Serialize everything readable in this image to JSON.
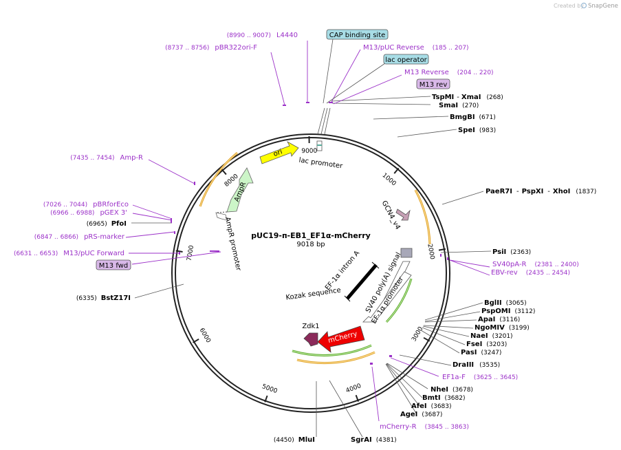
{
  "credit": {
    "prefix": "Created by",
    "brand": "SnapGene"
  },
  "plasmid": {
    "name": "pUC19-п-EB1_EF1α-mCherry",
    "length": "9018 bp"
  },
  "ticks": [
    "1000",
    "2000",
    "3000",
    "4000",
    "5000",
    "6000",
    "7000",
    "8000",
    "9000"
  ],
  "features": [
    {
      "name": "ori",
      "label": "ori"
    },
    {
      "name": "lac-promoter",
      "label": "lac promoter"
    },
    {
      "name": "ampr",
      "label": "AmpR"
    },
    {
      "name": "ampr-promoter",
      "label": "AmpR promoter"
    },
    {
      "name": "gcn4",
      "label": "GCN4_v4"
    },
    {
      "name": "sv40-polya",
      "label": "SV40 poly(A) signal"
    },
    {
      "name": "ef1a-intron",
      "label": "EF-1α intron A"
    },
    {
      "name": "kozak",
      "label": "Kozak sequence"
    },
    {
      "name": "ef1a-promoter",
      "label": "EF-1α promoter"
    },
    {
      "name": "mcherry",
      "label": "mCherry"
    },
    {
      "name": "zdk1",
      "label": "Zdk1"
    }
  ],
  "enzymes": [
    {
      "name": "TspMI",
      "extra": "XmaI",
      "pos": "(268)"
    },
    {
      "name": "SmaI",
      "pos": "(270)"
    },
    {
      "name": "BmgBI",
      "pos": "(671)"
    },
    {
      "name": "SpeI",
      "pos": "(983)"
    },
    {
      "name": "PaeR7I",
      "extra": "PspXI",
      "extra2": "XhoI",
      "pos": "(1837)"
    },
    {
      "name": "PsiI",
      "pos": "(2363)"
    },
    {
      "name": "BglII",
      "pos": "(3065)"
    },
    {
      "name": "PspOMI",
      "pos": "(3112)"
    },
    {
      "name": "ApaI",
      "pos": "(3116)"
    },
    {
      "name": "NgoMIV",
      "pos": "(3199)"
    },
    {
      "name": "NaeI",
      "pos": "(3201)"
    },
    {
      "name": "FseI",
      "pos": "(3203)"
    },
    {
      "name": "PasI",
      "pos": "(3247)"
    },
    {
      "name": "DraIII",
      "pos": "(3535)"
    },
    {
      "name": "NheI",
      "pos": "(3678)"
    },
    {
      "name": "BmtI",
      "pos": "(3682)"
    },
    {
      "name": "AfeI",
      "pos": "(3683)"
    },
    {
      "name": "AgeI",
      "pos": "(3687)"
    },
    {
      "name": "SgrAI",
      "pos": "(4381)"
    },
    {
      "name": "MluI",
      "pos": "(4450)"
    },
    {
      "name": "BstZ17I",
      "pos": "(6335)"
    },
    {
      "name": "PfoI",
      "pos": "(6965)"
    }
  ],
  "primers": [
    {
      "name": "L4440",
      "range": "(8990 .. 9007)"
    },
    {
      "name": "pBR322ori-F",
      "range": "(8737 .. 8756)"
    },
    {
      "name": "M13/pUC Reverse",
      "range": "(185 .. 207)"
    },
    {
      "name": "M13 Reverse",
      "range": "(204 .. 220)"
    },
    {
      "name": "SV40pA-R",
      "range": "(2381 .. 2400)"
    },
    {
      "name": "EBV-rev",
      "range": "(2435 .. 2454)"
    },
    {
      "name": "EF1a-F",
      "range": "(3625 .. 3645)"
    },
    {
      "name": "mCherry-R",
      "range": "(3845 .. 3863)"
    },
    {
      "name": "Amp-R",
      "range": "(7435 .. 7454)"
    },
    {
      "name": "pBRforEco",
      "range": "(7026 .. 7044)"
    },
    {
      "name": "pGEX 3'",
      "range": "(6966 .. 6988)"
    },
    {
      "name": "pRS-marker",
      "range": "(6847 .. 6866)"
    },
    {
      "name": "M13/pUC Forward",
      "range": "(6631 .. 6653)"
    }
  ],
  "boxed": [
    {
      "name": "cap",
      "label": "CAP binding site"
    },
    {
      "name": "lac-op",
      "label": "lac operator"
    },
    {
      "name": "m13rev",
      "label": "M13 rev"
    },
    {
      "name": "m13fwd",
      "label": "M13 fwd"
    }
  ],
  "colors": {
    "backbone": "#222222",
    "primer": "#9b30c8",
    "line": "#555555",
    "ori": "#ffff00",
    "ampr": "#ccf5c8",
    "mcherry": "#ee0000",
    "zdk1": "#8b2a5a",
    "gcn4": "#c6a0b5",
    "orange": "#e0a020",
    "green": "#55aa22",
    "cap": "#a8dde6"
  }
}
